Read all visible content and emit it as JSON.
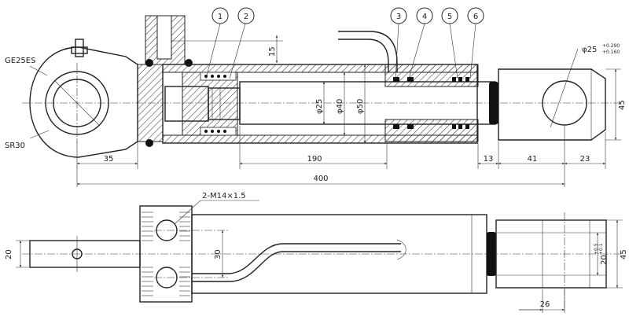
{
  "balloons": [
    "1",
    "2",
    "3",
    "4",
    "5",
    "6"
  ],
  "labels": {
    "ball_joint": "GE25ES",
    "sphere_radius": "SR30",
    "ports": "2-M14×1.5"
  },
  "dimensions": {
    "d35": "35",
    "d190": "190",
    "d400": "400",
    "d13": "13",
    "d41": "41",
    "d23": "23",
    "d15": "15",
    "phi25": "φ25",
    "phi40": "φ40",
    "phi50": "φ50",
    "d45_top": "45",
    "d20_left": "20",
    "d30": "30",
    "d45_bottom": "45",
    "d26": "26",
    "pin_dia": "φ25",
    "pin_tol_upper": "+0.290",
    "pin_tol_lower": "+0.160",
    "slot_width": "20",
    "slot_tol_upper": "+0.5",
    "slot_tol_lower": "+0.1"
  }
}
